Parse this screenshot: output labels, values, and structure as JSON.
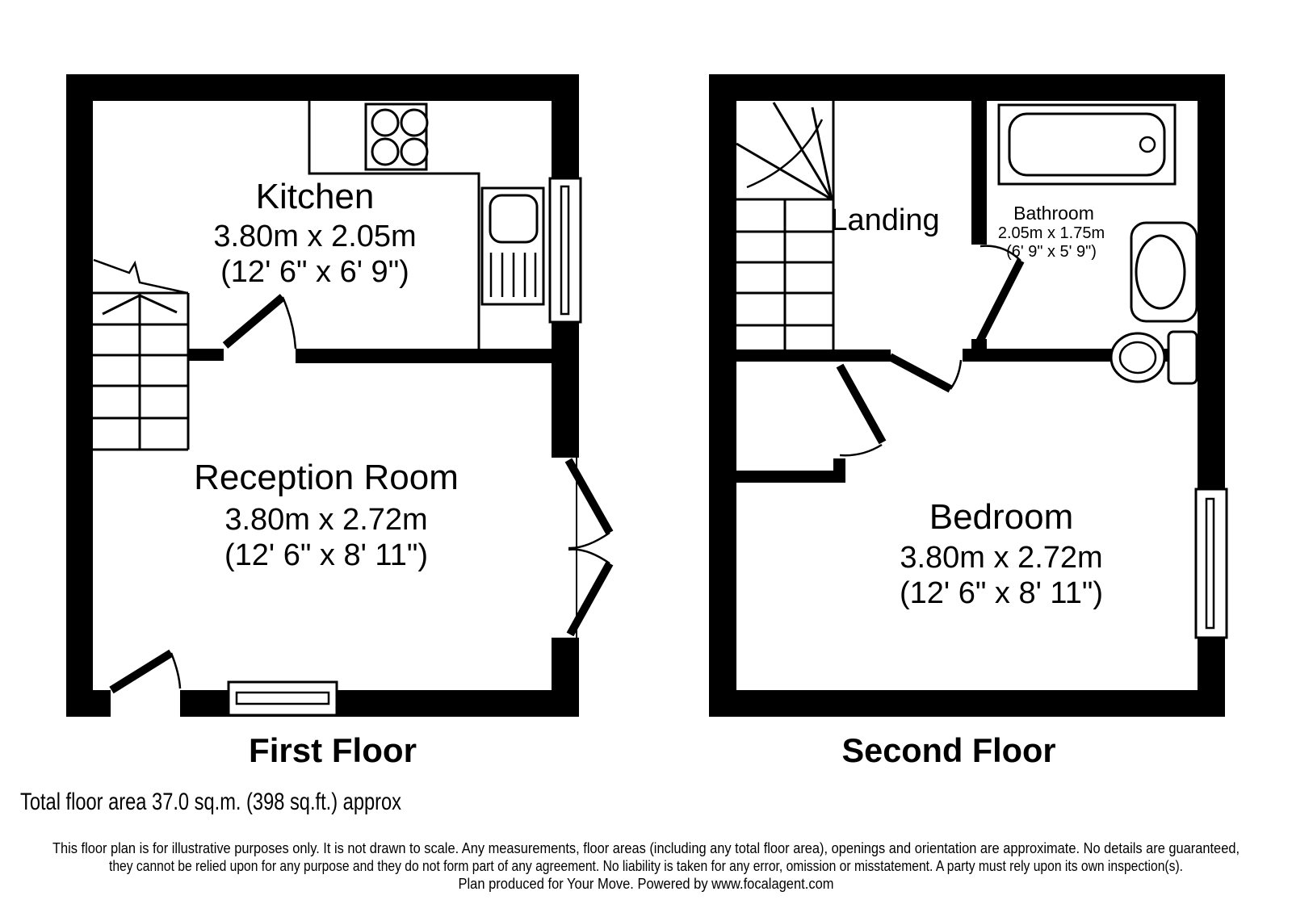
{
  "page": {
    "background": "#ffffff",
    "line_color": "#000000"
  },
  "first_floor": {
    "title": "First Floor",
    "kitchen": {
      "name": "Kitchen",
      "metric": "3.80m x 2.05m",
      "imperial": "(12' 6\" x 6' 9\")"
    },
    "reception": {
      "name": "Reception Room",
      "metric": "3.80m x 2.72m",
      "imperial": "(12' 6\" x 8' 11\")"
    }
  },
  "second_floor": {
    "title": "Second Floor",
    "landing": {
      "name": "Landing"
    },
    "bathroom": {
      "name": "Bathroom",
      "metric": "2.05m x 1.75m",
      "imperial": "(6' 9\" x 5' 9\")"
    },
    "bedroom": {
      "name": "Bedroom",
      "metric": "3.80m x 2.72m",
      "imperial": "(12' 6\" x 8' 11\")"
    }
  },
  "footer": {
    "total_area": "Total floor area 37.0 sq.m. (398 sq.ft.) approx",
    "disclaimer_line1": "This floor plan is for illustrative purposes only. It is not drawn to scale. Any measurements, floor areas (including any total floor area), openings and orientation are approximate. No details are guaranteed,",
    "disclaimer_line2": "they cannot be relied upon for any purpose and they do not form part of any agreement. No liability is taken for any error, omission or misstatement. A party must rely upon its own inspection(s).",
    "disclaimer_line3": "Plan produced for Your Move. Powered by www.focalagent.com"
  }
}
